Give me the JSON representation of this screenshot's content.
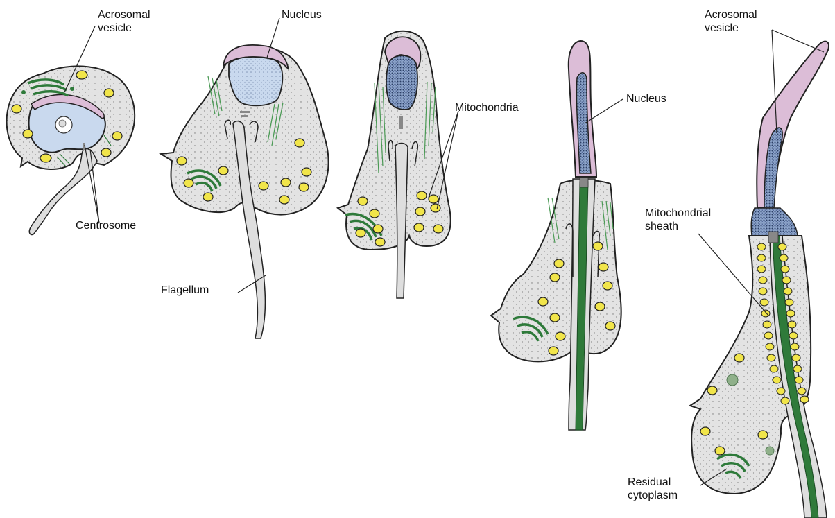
{
  "labels": {
    "acrosomal_vesicle_1": [
      "Acrosomal",
      "vesicle"
    ],
    "nucleus_1": "Nucleus",
    "centrosome": "Centrosome",
    "flagellum": "Flagellum",
    "mitochondria": "Mitochondria",
    "nucleus_2": "Nucleus",
    "acrosomal_vesicle_2": [
      "Acrosomal",
      "vesicle"
    ],
    "mitochondrial_sheath": [
      "Mitochondrial",
      "sheath"
    ],
    "residual_cytoplasm": [
      "Residual",
      "cytoplasm"
    ]
  },
  "colors": {
    "cytoplasm": "#e3e3e3",
    "nucleus": "#c9d9ee",
    "acrosome": "#dcbdd7",
    "mitochondria": "#f1e54a",
    "golgi": "#2e7a3a",
    "flagellum": "#dedede",
    "axoneme": "#2f7a3a"
  }
}
